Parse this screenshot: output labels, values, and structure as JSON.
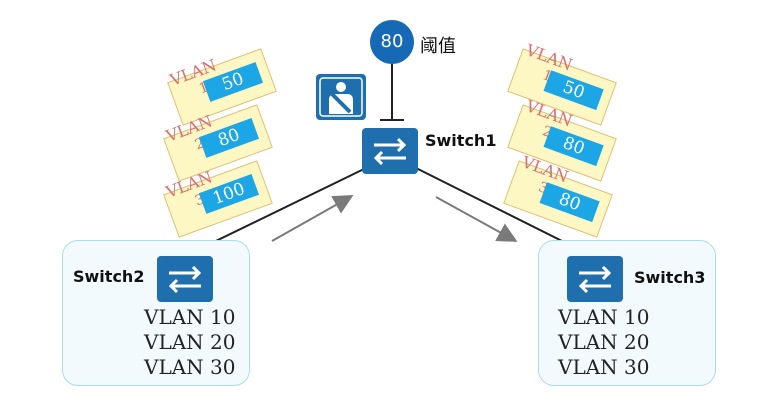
{
  "threshold": {
    "value": "80",
    "label": "阈值"
  },
  "icons": {
    "policy": "seatbelt-limit-icon",
    "switch": "switch-arrows-icon"
  },
  "colors": {
    "switch": "#1f6fae",
    "tag": "#1da6e6",
    "packet": "#fdf7c4",
    "vlanText": "#d97070",
    "groupBorder": "#a9dcee"
  },
  "switches": {
    "switch1": {
      "label": "Switch1"
    },
    "switch2": {
      "label": "Switch2",
      "vlans": [
        "VLAN 10",
        "VLAN 20",
        "VLAN 30"
      ]
    },
    "switch3": {
      "label": "Switch3",
      "vlans": [
        "VLAN 10",
        "VLAN 20",
        "VLAN 30"
      ]
    }
  },
  "left_packets": [
    {
      "vlan": "VLAN",
      "id": "10",
      "value": "50"
    },
    {
      "vlan": "VLAN",
      "id": "20",
      "value": "80"
    },
    {
      "vlan": "VLAN",
      "id": "30",
      "value": "100"
    }
  ],
  "right_packets": [
    {
      "vlan": "VLAN",
      "id": "10",
      "value": "50"
    },
    {
      "vlan": "VLAN",
      "id": "20",
      "value": "80"
    },
    {
      "vlan": "VLAN",
      "id": "30",
      "value": "80"
    }
  ]
}
